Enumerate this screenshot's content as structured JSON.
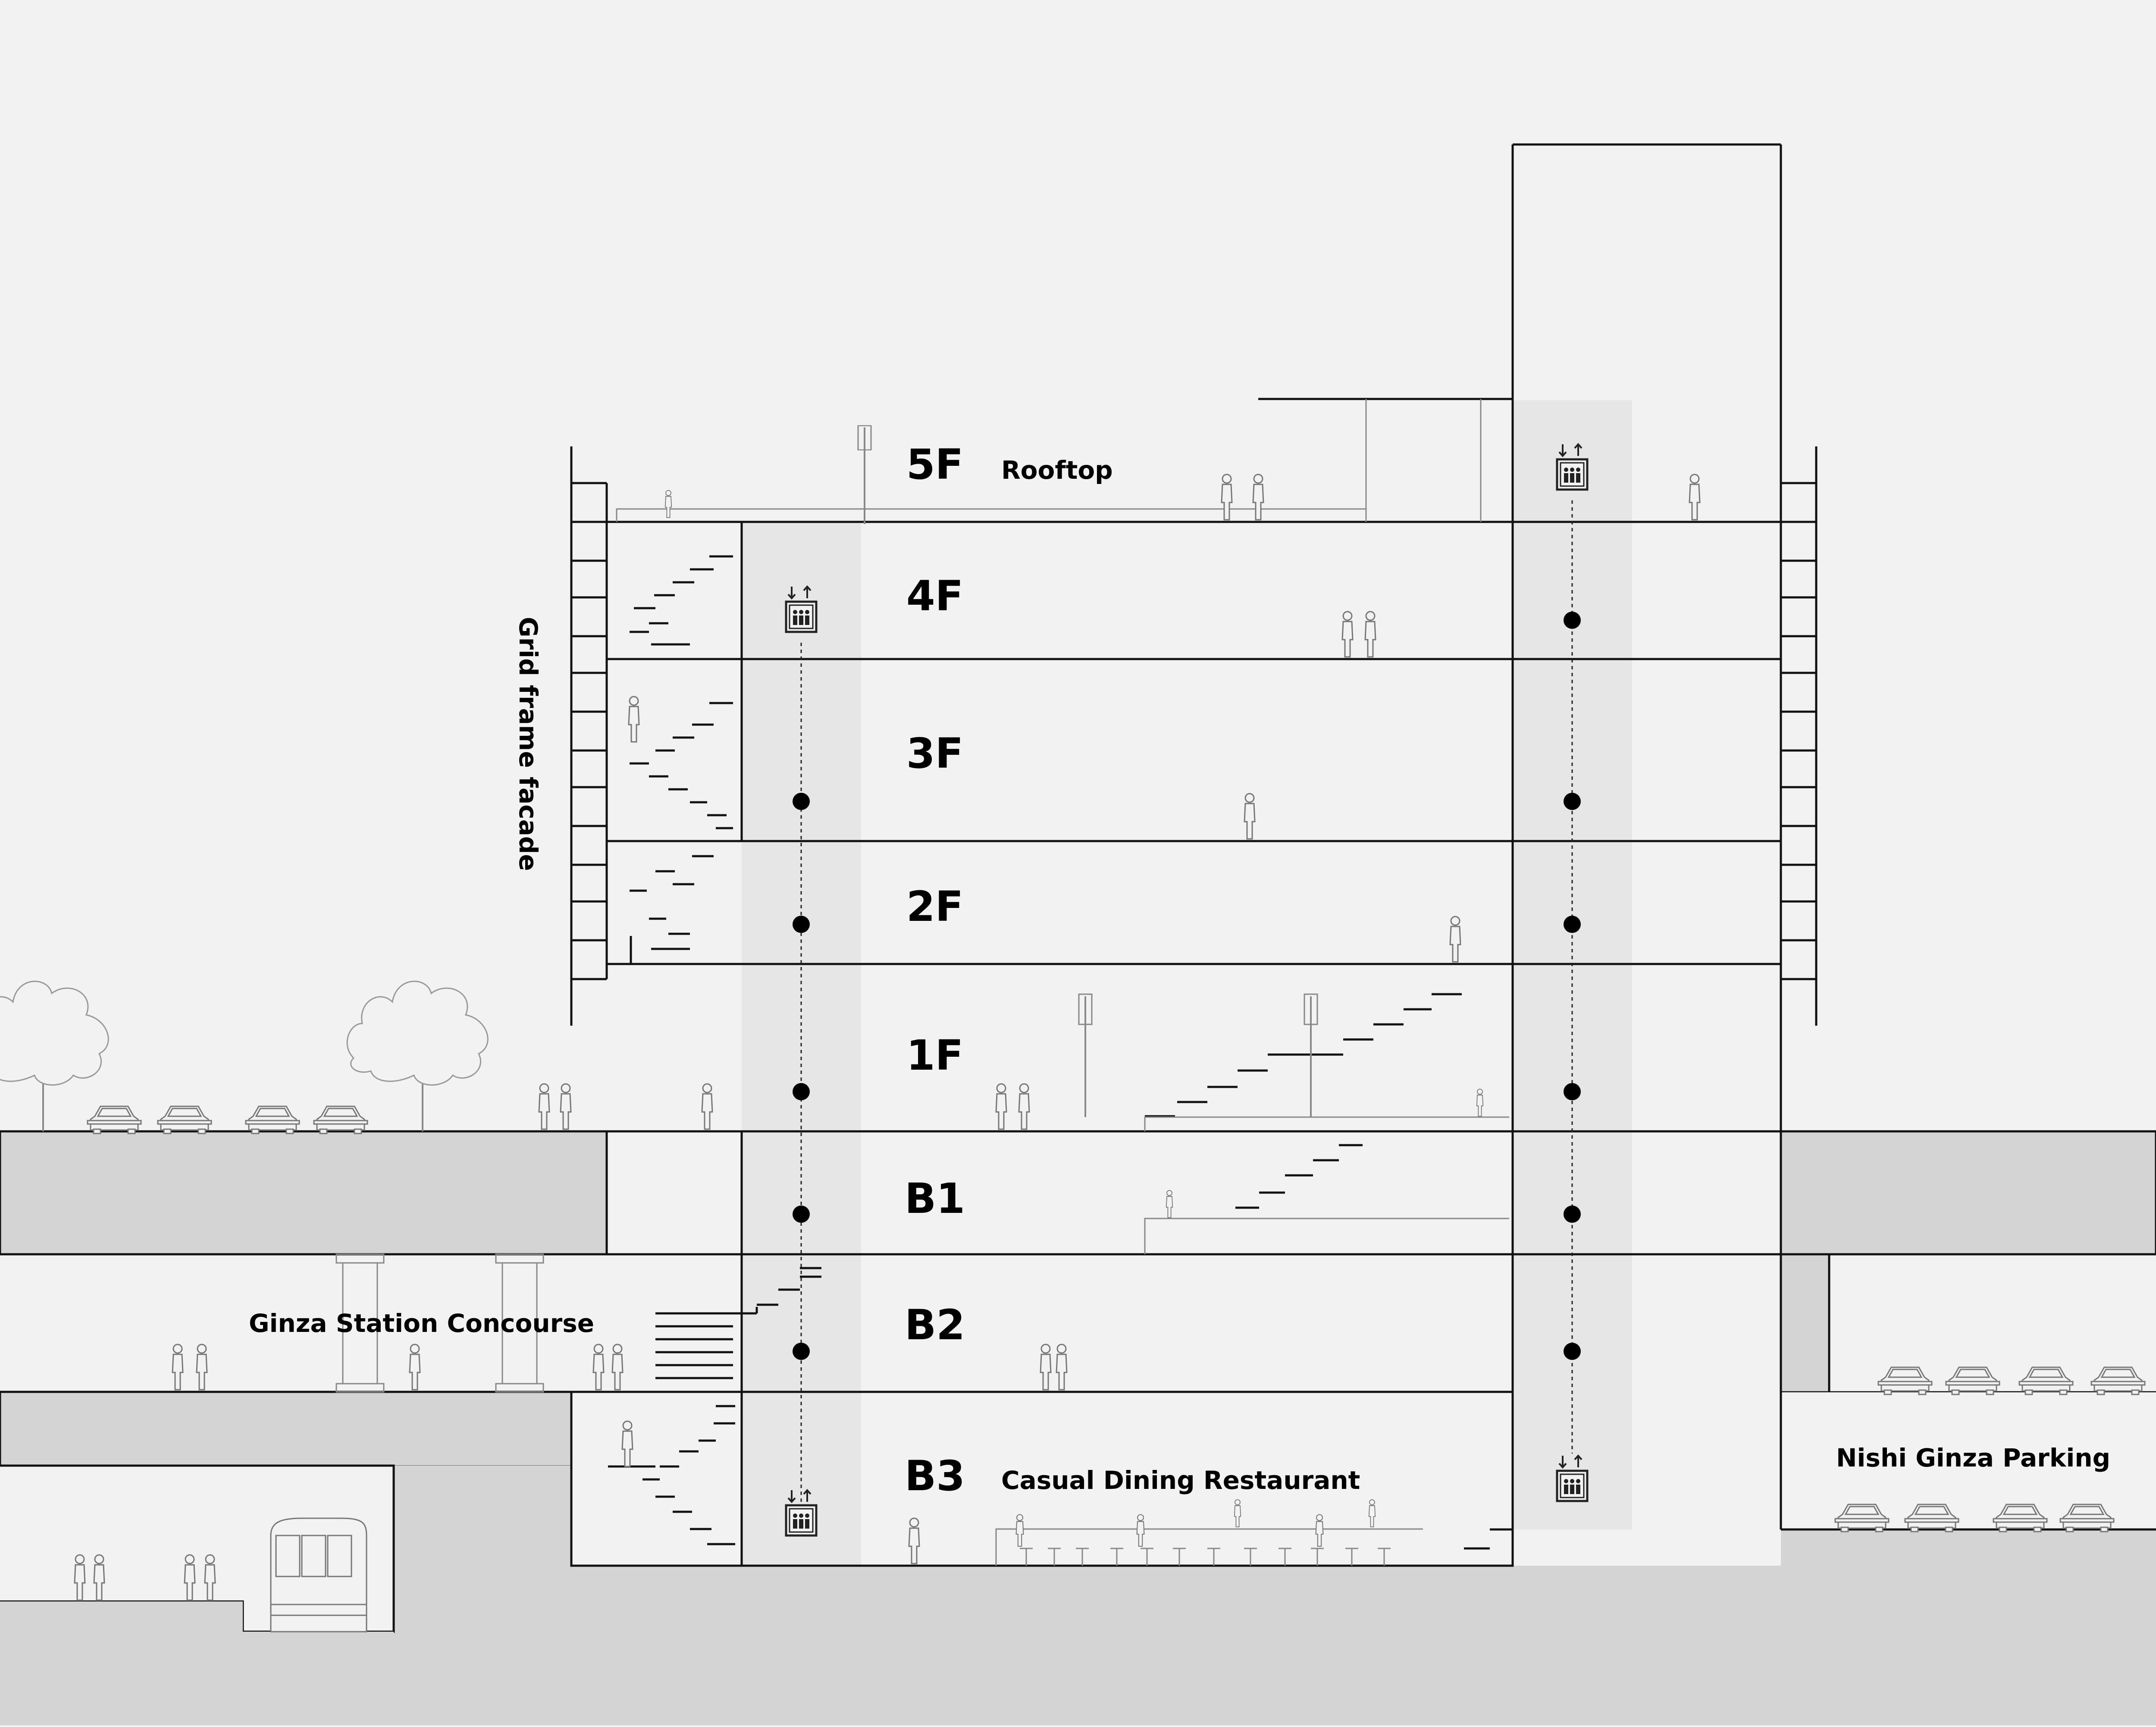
{
  "floors": {
    "f5": "5F",
    "f4": "4F",
    "f3": "3F",
    "f2": "2F",
    "f1": "1F",
    "b1": "B1",
    "b2": "B2",
    "b3": "B3"
  },
  "labels": {
    "rooftop": "Rooftop",
    "facade": "Grid frame facade",
    "concourse": "Ginza Station Concourse",
    "restaurant": "Casual Dining Restaurant",
    "parking": "Nishi Ginza Parking"
  },
  "colors": {
    "background": "#f2f2f2",
    "ground": "#d4d4d4",
    "shaft": "#e6e6e6",
    "line": "#111111"
  },
  "icons": {
    "elevator": "elevator-icon",
    "person": "person-icon",
    "car": "car-icon",
    "tree": "tree-icon",
    "train": "train-icon",
    "streetlight": "streetlight-icon"
  }
}
